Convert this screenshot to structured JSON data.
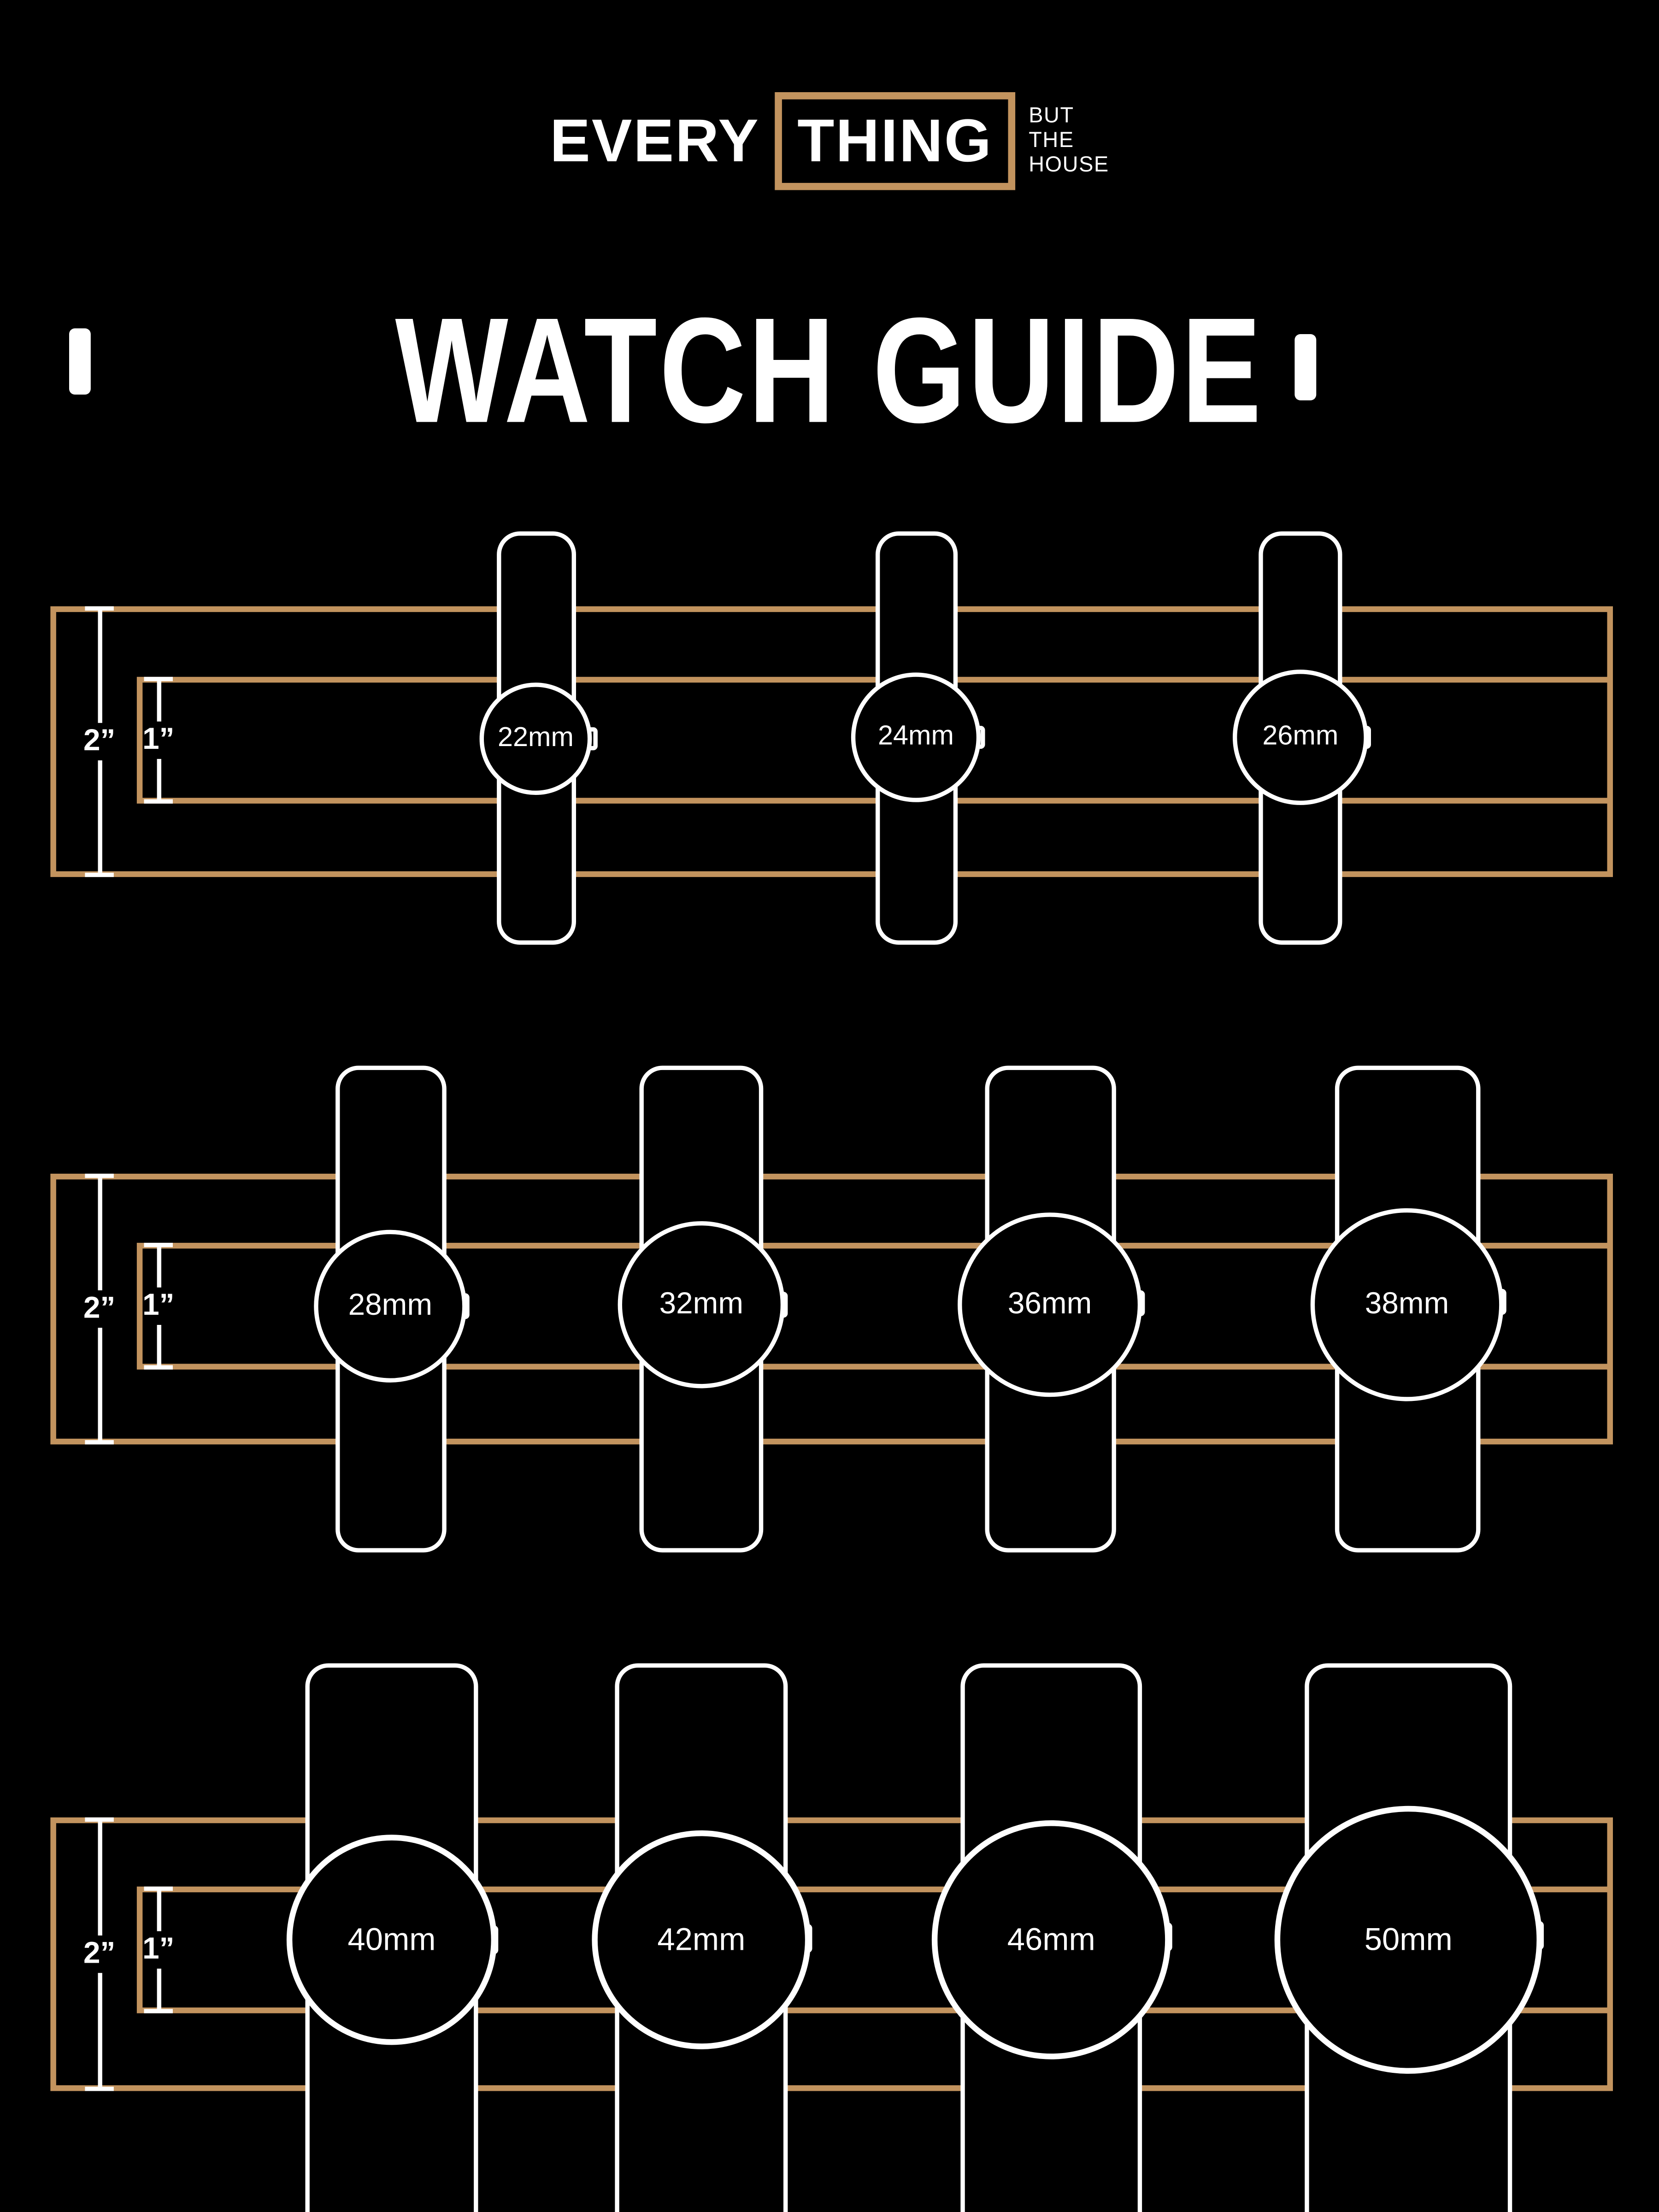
{
  "colors": {
    "background": "#000000",
    "accent_gold": "#C2935E",
    "foreground": "#FFFFFF"
  },
  "logo": {
    "word_outside": "EVERY",
    "word_boxed": "THING",
    "tagline": [
      "BUT",
      "THE",
      "HOUSE"
    ]
  },
  "title": "WATCH GUIDE",
  "dimension_labels": {
    "outer": "2”",
    "inner": "1”"
  },
  "rows": [
    {
      "watches": [
        "22mm",
        "24mm",
        "26mm"
      ]
    },
    {
      "watches": [
        "28mm",
        "32mm",
        "36mm",
        "38mm"
      ]
    },
    {
      "watches": [
        "40mm",
        "42mm",
        "46mm",
        "50mm"
      ]
    }
  ]
}
